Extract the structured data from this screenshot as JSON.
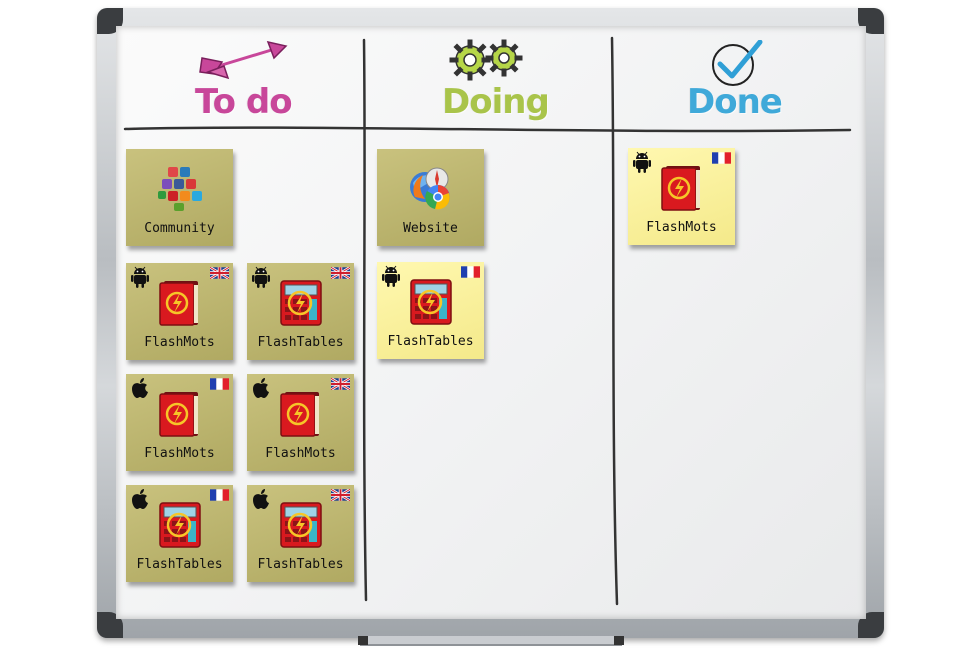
{
  "board": {
    "columns": [
      {
        "id": "todo",
        "title": "To do",
        "color": "#c8479a",
        "icon": "arrow-icon"
      },
      {
        "id": "doing",
        "title": "Doing",
        "color": "#a9c44a",
        "icon": "gears-icon"
      },
      {
        "id": "done",
        "title": "Done",
        "color": "#3fa9d9",
        "icon": "checkmark-icon"
      }
    ]
  },
  "cards": [
    {
      "id": "todo-community",
      "label": "Community",
      "column": "todo",
      "style": "olive",
      "icon": "social-media-icon",
      "os": "",
      "flag": ""
    },
    {
      "id": "todo-flashmots-android-en",
      "label": "FlashMots",
      "column": "todo",
      "style": "olive",
      "icon": "flashmots-book-icon",
      "os": "android-icon",
      "flag": "uk-flag-icon"
    },
    {
      "id": "todo-flashtables-android-en",
      "label": "FlashTables",
      "column": "todo",
      "style": "olive",
      "icon": "flashtables-calculator-icon",
      "os": "android-icon",
      "flag": "uk-flag-icon"
    },
    {
      "id": "todo-flashmots-apple-fr",
      "label": "FlashMots",
      "column": "todo",
      "style": "olive",
      "icon": "flashmots-book-icon",
      "os": "apple-icon",
      "flag": "france-flag-icon"
    },
    {
      "id": "todo-flashmots-apple-en",
      "label": "FlashMots",
      "column": "todo",
      "style": "olive",
      "icon": "flashmots-book-icon",
      "os": "apple-icon",
      "flag": "uk-flag-icon"
    },
    {
      "id": "todo-flashtables-apple-fr",
      "label": "FlashTables",
      "column": "todo",
      "style": "olive",
      "icon": "flashtables-calculator-icon",
      "os": "apple-icon",
      "flag": "france-flag-icon"
    },
    {
      "id": "todo-flashtables-apple-en",
      "label": "FlashTables",
      "column": "todo",
      "style": "olive",
      "icon": "flashtables-calculator-icon",
      "os": "apple-icon",
      "flag": "uk-flag-icon"
    },
    {
      "id": "doing-website",
      "label": "Website",
      "column": "doing",
      "style": "olive",
      "icon": "web-browsers-icon",
      "os": "",
      "flag": ""
    },
    {
      "id": "doing-flashtables-android-fr",
      "label": "FlashTables",
      "column": "doing",
      "style": "yellow",
      "icon": "flashtables-calculator-icon",
      "os": "android-icon",
      "flag": "france-flag-icon"
    },
    {
      "id": "done-flashmots-android-fr",
      "label": "FlashMots",
      "column": "done",
      "style": "yellow",
      "icon": "flashmots-book-icon",
      "os": "android-icon",
      "flag": "france-flag-icon"
    }
  ],
  "colors": {
    "frame": "#b9bdc1",
    "marker": "#333333",
    "card_olive": "#bdb56e",
    "card_yellow": "#f8ee98"
  }
}
